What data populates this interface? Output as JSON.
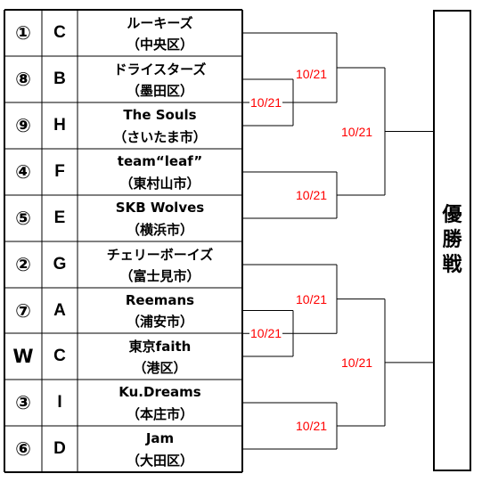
{
  "teams": [
    {
      "seed": "①",
      "group": "C",
      "name": "ルーキーズ",
      "ward": "（中央区）"
    },
    {
      "seed": "⑧",
      "group": "B",
      "name": "ドライスターズ",
      "ward": "（墨田区）"
    },
    {
      "seed": "⑨",
      "group": "H",
      "name": "The Souls",
      "ward": "（さいたま市）"
    },
    {
      "seed": "④",
      "group": "F",
      "name": "team“leaf”",
      "ward": "（東村山市）"
    },
    {
      "seed": "⑤",
      "group": "E",
      "name": "SKB Wolves",
      "ward": "（横浜市）"
    },
    {
      "seed": "②",
      "group": "G",
      "name": "チェリーボーイズ",
      "ward": "（富士見市）"
    },
    {
      "seed": "⑦",
      "group": "A",
      "name": "Reemans",
      "ward": "（浦安市）"
    },
    {
      "seed": "W",
      "group": "C",
      "name": "東京faith",
      "ward": "（港区）"
    },
    {
      "seed": "③",
      "group": "I",
      "name": "Ku.Dreams",
      "ward": "（本庄市）"
    },
    {
      "seed": "⑥",
      "group": "D",
      "name": "Jam",
      "ward": "（大田区）"
    }
  ],
  "match_dates": [
    {
      "match": "play-in-top",
      "date": "10/21"
    },
    {
      "match": "first-round-top",
      "date": "10/21"
    },
    {
      "match": "first-round-upper-middle",
      "date": "10/21"
    },
    {
      "match": "semifinal-top",
      "date": "10/21"
    },
    {
      "match": "play-in-bottom",
      "date": "10/21"
    },
    {
      "match": "first-round-lower-middle",
      "date": "10/21"
    },
    {
      "match": "first-round-bottom",
      "date": "10/21"
    },
    {
      "match": "semifinal-bottom",
      "date": "10/21"
    }
  ],
  "final": {
    "label": "優勝戦"
  },
  "colors": {
    "date_text": "#ff0000",
    "lines": "#000000",
    "background": "#ffffff"
  }
}
